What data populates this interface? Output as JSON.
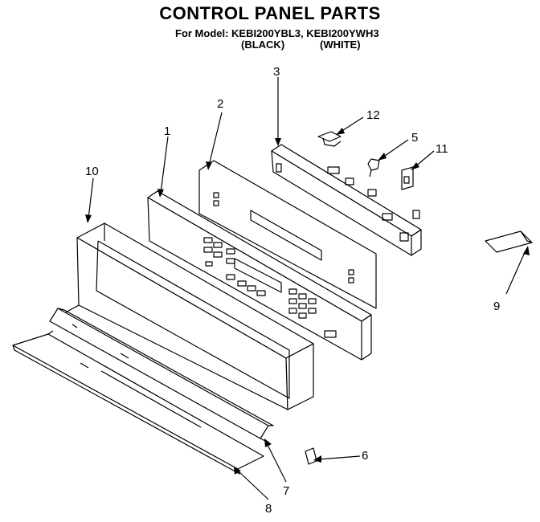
{
  "header": {
    "title": "CONTROL PANEL PARTS",
    "subtitle": "For Model: KEBI200YBL3, KEBI200YWH3",
    "variant_black": "(BLACK)",
    "variant_white": "(WHITE)"
  },
  "callouts": {
    "c1": "1",
    "c2": "2",
    "c3": "3",
    "c5": "5",
    "c6": "6",
    "c7": "7",
    "c8": "8",
    "c9": "9",
    "c10": "10",
    "c11": "11",
    "c12": "12"
  }
}
